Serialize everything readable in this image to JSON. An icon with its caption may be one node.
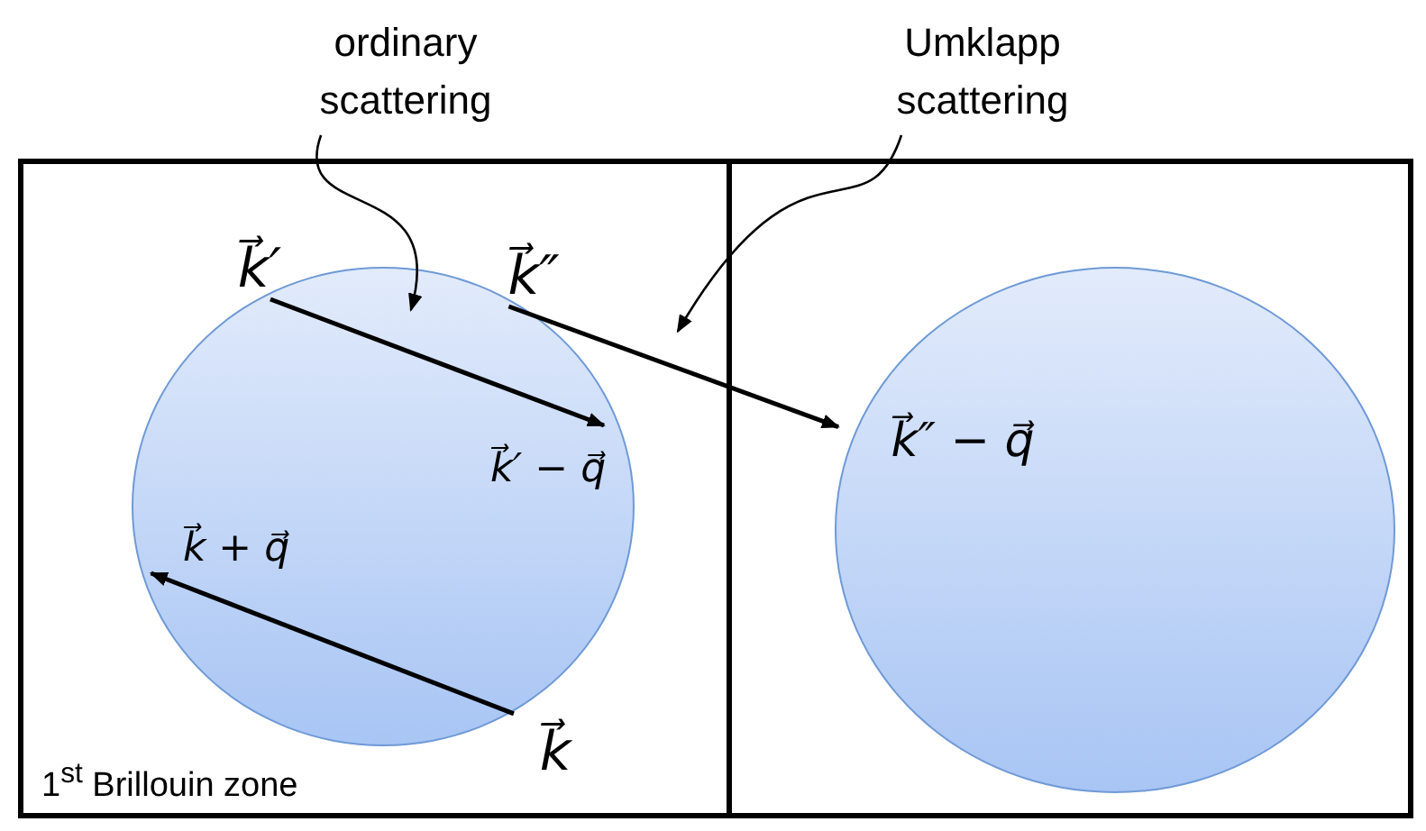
{
  "diagram": {
    "nodes": [
      {
        "text": [
          "1$^{st}$ Brillouin zone"
        ]
      },
      {
        "text": [],
        "shape": "box"
      },
      {
        "text": [],
        "shape": "circle",
        "in": 0
      },
      {
        "text": [],
        "shape": "circle",
        "in": 1
      },
      {
        "text": [
          "k⃗′"
        ],
        "in": 0
      },
      {
        "text": [
          "k⃗′ − q⃗"
        ],
        "in": 2
      },
      {
        "text": [
          "k⃗″"
        ],
        "in": 0
      },
      {
        "text": [
          "k⃗″ − q⃗"
        ],
        "in": 3
      },
      {
        "text": [
          "k⃗ + q⃗"
        ],
        "in": 2
      },
      {
        "text": [
          "k⃗"
        ],
        "in": 0
      },
      {
        "text": [
          "ordinary scattering"
        ]
      },
      {
        "text": [
          "Umklapp scattering"
        ]
      }
    ],
    "edges": [
      {
        "from": 4,
        "to": 5,
        "arrow": "to"
      },
      {
        "from": 6,
        "to": 7,
        "arrow": "to"
      },
      {
        "from": 9,
        "to": 8,
        "arrow": "to"
      },
      {
        "from": 10,
        "to": 2,
        "arrow": "to"
      },
      {
        "from": 11,
        "to": 0,
        "arrow": "to"
      }
    ]
  }
}
